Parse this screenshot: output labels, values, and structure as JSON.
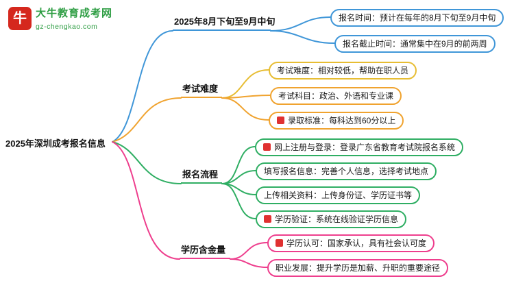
{
  "logo": {
    "name": "大牛教育成考网",
    "domain": "gz-chengkao.com",
    "mark": "牛"
  },
  "root": {
    "text": "2025年深圳成考报名信息"
  },
  "branches": [
    {
      "label": "2025年8月下旬至9月中旬",
      "color": "#3f96d8",
      "children": [
        {
          "text": "报名时间：预计在每年的8月下旬至9月中旬",
          "marker": false
        },
        {
          "text": "报名截止时间：通常集中在9月的前两周",
          "marker": false
        }
      ]
    },
    {
      "label": "考试难度",
      "color": "#f0a32f",
      "children": [
        {
          "text": "考试难度：相对较低，帮助在职人员",
          "marker": false,
          "color": "#e7bd33"
        },
        {
          "text": "考试科目：政治、外语和专业课",
          "marker": false,
          "color": "#f0a32f"
        },
        {
          "text": "录取标准：每科达到60分以上",
          "marker": true,
          "color": "#f0a32f"
        }
      ]
    },
    {
      "label": "报名流程",
      "color": "#2fae63",
      "children": [
        {
          "text": "网上注册与登录：登录广东省教育考试院报名系统",
          "marker": true
        },
        {
          "text": "填写报名信息：完善个人信息，选择考试地点",
          "marker": false
        },
        {
          "text": "上传相关资料：上传身份证、学历证书等",
          "marker": false
        },
        {
          "text": "学历验证：系统在线验证学历信息",
          "marker": true
        }
      ]
    },
    {
      "label": "学历含金量",
      "color": "#ee3e8d",
      "children": [
        {
          "text": "学历认可：国家承认，具有社会认可度",
          "marker": true
        },
        {
          "text": "职业发展：提升学历是加薪、升职的重要途径",
          "marker": false
        }
      ]
    }
  ],
  "palette": {
    "blue": "#3f96d8",
    "yellow": "#e7bd33",
    "orange": "#f0a32f",
    "green": "#2fae63",
    "pink": "#ee3e8d",
    "marker_red": "#e03131",
    "logo_green": "#2f9e44",
    "logo_red": "#d5281e"
  }
}
